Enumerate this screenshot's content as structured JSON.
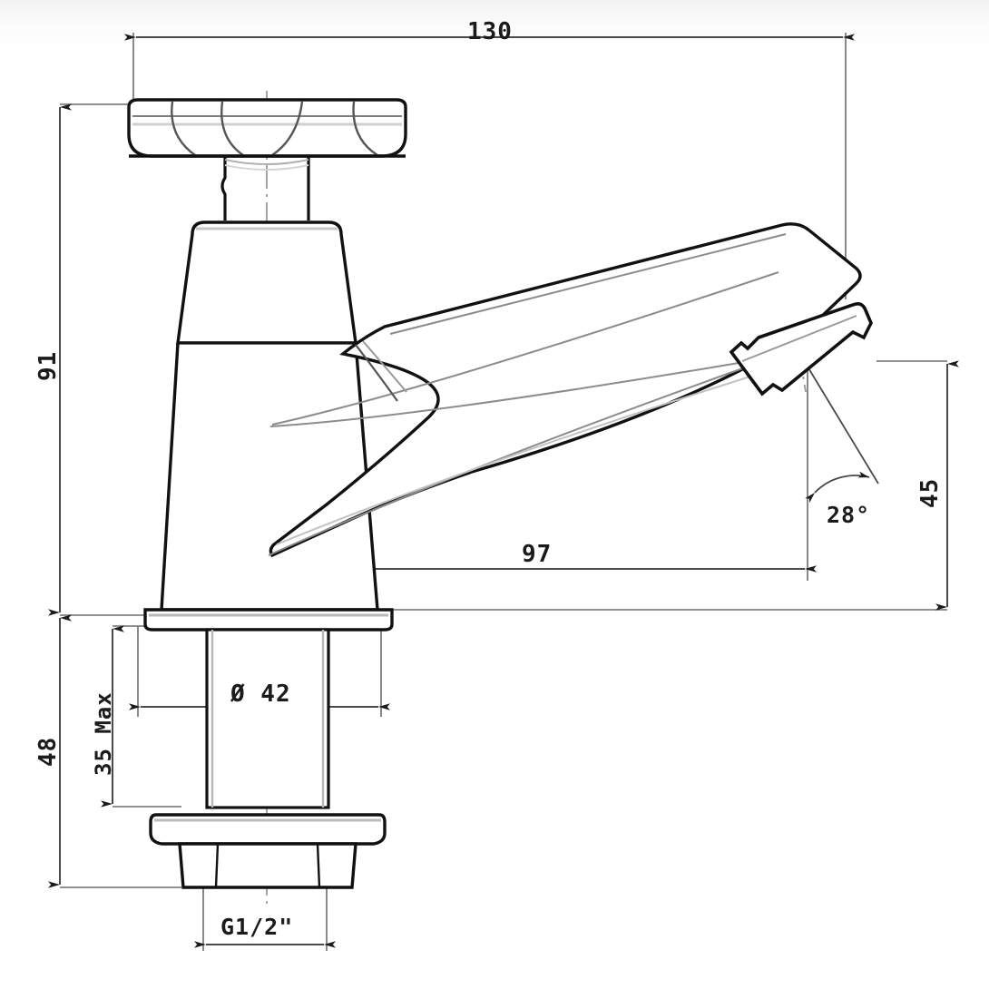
{
  "drawing": {
    "title": "Basin tap technical drawing",
    "units": "mm",
    "line_color": "#4a4a4a",
    "outline_color": "#111111",
    "dim_color": "#555555",
    "bg_color": "#ffffff"
  },
  "dimensions": {
    "overall_width": "130",
    "overall_height": "91",
    "base_height": "48",
    "max_thickness": "35 Max",
    "shank_diameter": "Ø 42",
    "thread": "G1/2\"",
    "spout_reach": "97",
    "spout_height": "45",
    "aerator_angle": "28°"
  },
  "chart_data": {
    "type": "table",
    "title": "Basin tap dimension callouts",
    "categories": [
      "overall width",
      "overall height",
      "base height",
      "max mounting thickness",
      "shank diameter",
      "thread size",
      "spout reach",
      "spout outlet height",
      "aerator angle"
    ],
    "values": [
      "130",
      "91",
      "48",
      "35 Max",
      "Ø 42",
      "G1/2\"",
      "97",
      "45",
      "28°"
    ],
    "xlabel": "",
    "ylabel": ""
  }
}
